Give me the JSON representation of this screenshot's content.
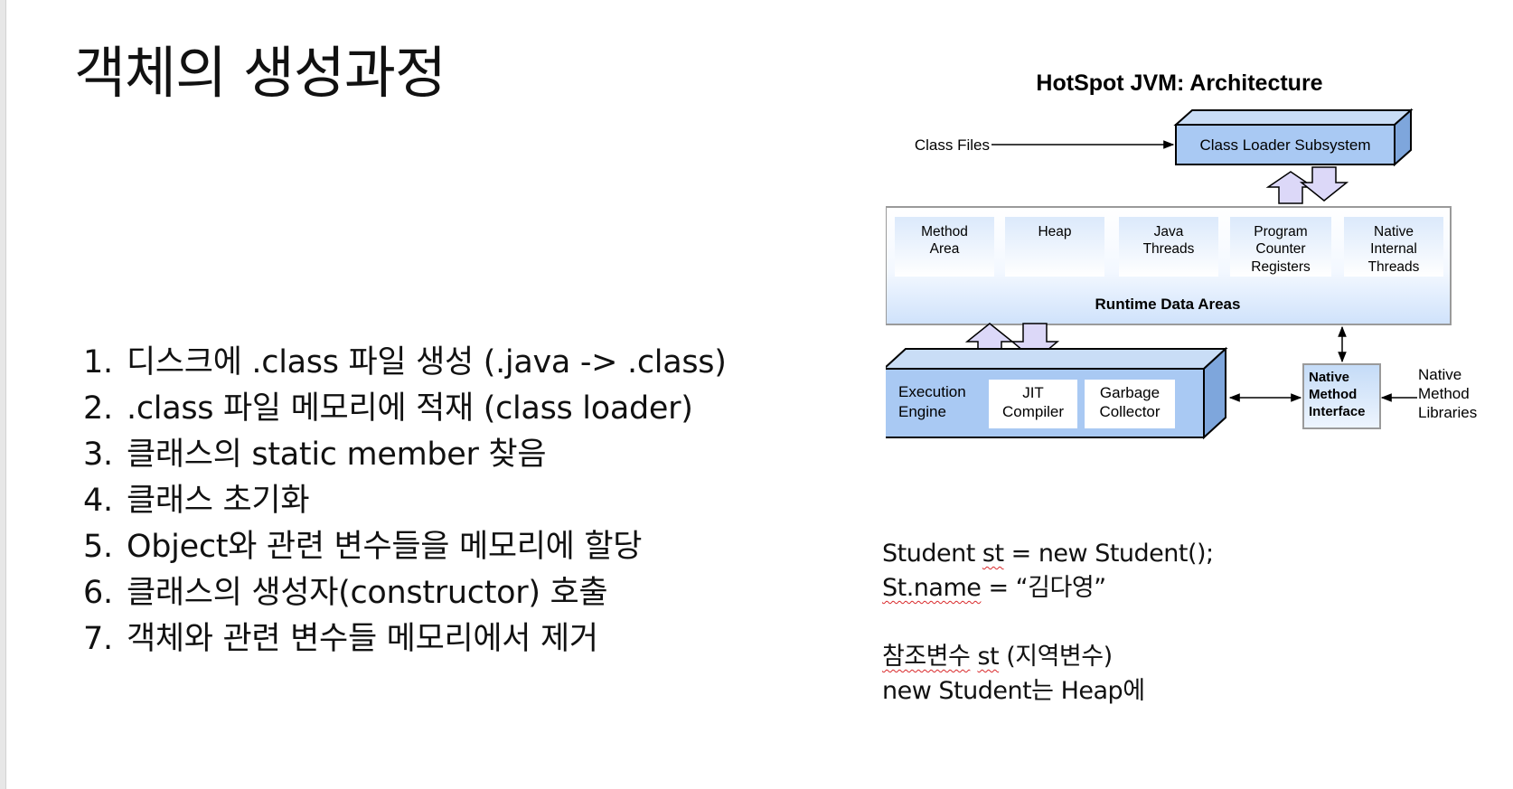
{
  "slide": {
    "title": "객체의 생성과정"
  },
  "steps": [
    {
      "num": "1.",
      "text": "디스크에 .class 파일 생성 (.java -> .class)"
    },
    {
      "num": "2.",
      "text": ".class 파일 메모리에 적재 (class loader)"
    },
    {
      "num": "3.",
      "text": "클래스의 static member 찾음"
    },
    {
      "num": "4.",
      "text": "클래스 초기화"
    },
    {
      "num": "5.",
      "text": "Object와 관련 변수들을 메모리에 할당"
    },
    {
      "num": "6.",
      "text": "클래스의 생성자(constructor) 호출"
    },
    {
      "num": "7.",
      "text": "객체와 관련 변수들 메모리에서 제거"
    }
  ],
  "jvm": {
    "title": "HotSpot JVM: Architecture",
    "class_files": "Class Files",
    "class_loader": "Class Loader Subsystem",
    "runtime_areas": [
      {
        "line1": "Method",
        "line2": "Area",
        "line3": ""
      },
      {
        "line1": "Heap",
        "line2": "",
        "line3": ""
      },
      {
        "line1": "Java",
        "line2": "Threads",
        "line3": ""
      },
      {
        "line1": "Program",
        "line2": "Counter",
        "line3": "Registers"
      },
      {
        "line1": "Native",
        "line2": "Internal",
        "line3": "Threads"
      }
    ],
    "runtime_label": "Runtime Data Areas",
    "execution_engine": {
      "line1": "Execution",
      "line2": "Engine"
    },
    "jit": {
      "line1": "JIT",
      "line2": "Compiler"
    },
    "gc": {
      "line1": "Garbage",
      "line2": "Collector"
    },
    "nmi": {
      "line1": "Native",
      "line2": "Method",
      "line3": "Interface"
    },
    "native_libs": {
      "line1": "Native",
      "line2": "Method",
      "line3": "Libraries"
    },
    "colors": {
      "box_fill": "#a9c9f3",
      "box_dark": "#7ea6dc",
      "arrow_fill": "#dcd8f8"
    }
  },
  "code": {
    "line1_a": "Student ",
    "line1_b": "st",
    "line1_c": " = new Student();",
    "line2_a": "St.name",
    "line2_b": " = “김다영”",
    "line3_a": "참조변수",
    "line3_b": " ",
    "line3_c": "st",
    "line3_d": " (지역변수)",
    "line4": " new Student는 Heap에"
  }
}
